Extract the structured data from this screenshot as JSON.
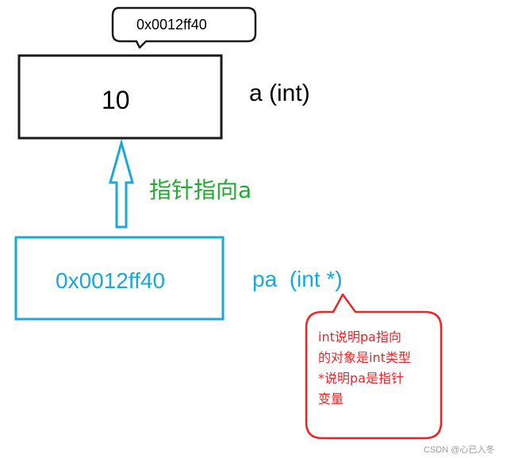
{
  "variable_a": {
    "address": "0x0012ff40",
    "value": "10",
    "label": "a (int)"
  },
  "arrow": {
    "caption": "指针指向a"
  },
  "variable_pa": {
    "value": "0x0012ff40",
    "label": "pa  (int *)"
  },
  "note": {
    "lines": [
      "int说明pa指向",
      "的对象是int类型",
      "*说明pa是指针",
      "变量"
    ]
  },
  "watermark": "CSDN @心已入冬",
  "colors": {
    "box_a_border": "#1a1a1a",
    "box_pa_border": "#18a9d8",
    "arrow_caption": "#22a82e",
    "note": "#e8262a",
    "arrow": "#18a9d8"
  }
}
